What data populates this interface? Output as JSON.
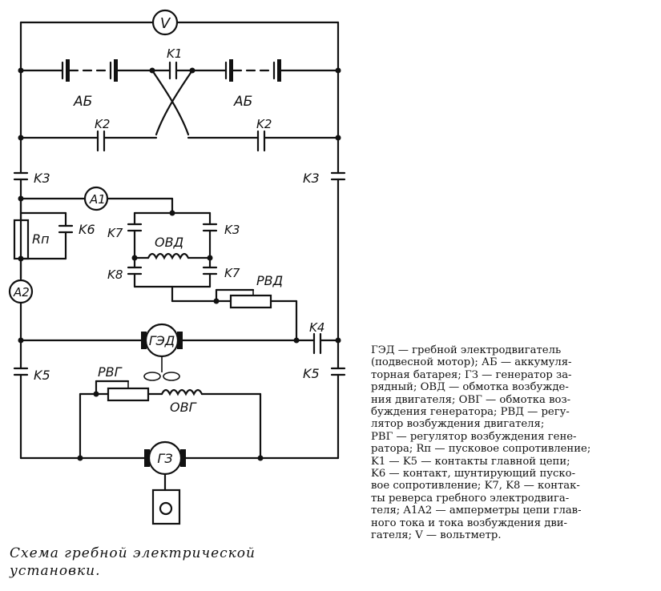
{
  "diagram": {
    "labels": {
      "V": "V",
      "K1": "K1",
      "AB_left": "АБ",
      "AB_right": "АБ",
      "K2_left": "K2",
      "K2_right": "K2",
      "K3_left": "K3",
      "K3_right": "K3",
      "K3_inner": "K3",
      "A1": "A1",
      "Rp": "Rп",
      "K6": "K6",
      "K7_left": "K7",
      "K7_right": "K7",
      "OVD": "ОВД",
      "K8": "K8",
      "RVD": "РВД",
      "A2": "A2",
      "GED": "ГЭД",
      "K4": "K4",
      "K5_left": "K5",
      "K5_right": "K5",
      "RVG": "РВГ",
      "OVG": "ОВГ",
      "G3": "ГЗ"
    }
  },
  "caption": {
    "line1": "Схема гребной электрической",
    "line2": "установки."
  },
  "legend": {
    "lines": [
      "ГЭД — гребной          электродвигатель",
      "(подвесной мотор); АБ — аккумуля-",
      "торная батарея; ГЗ — генератор за-",
      "рядный; ОВД — обмотка возбужде-",
      "ния двигателя; ОВГ — обмотка воз-",
      "буждения генератора; РВД — регу-",
      "лятор     возбуждения     двигателя;",
      "РВГ — регулятор возбуждения гене-",
      "ратора; Rп — пусковое сопротивление;",
      "K1 — K5 — контакты  главной  цепи;",
      "K6 — контакт,  шунтирующий  пуско-",
      "вое сопротивление; K7, K8 — контак-",
      "ты реверса гребного электродвига-",
      "теля; A1A2 — амперметры цепи глав-",
      "ного тока и тока возбуждения дви-",
      "гателя; V — вольтметр."
    ]
  }
}
